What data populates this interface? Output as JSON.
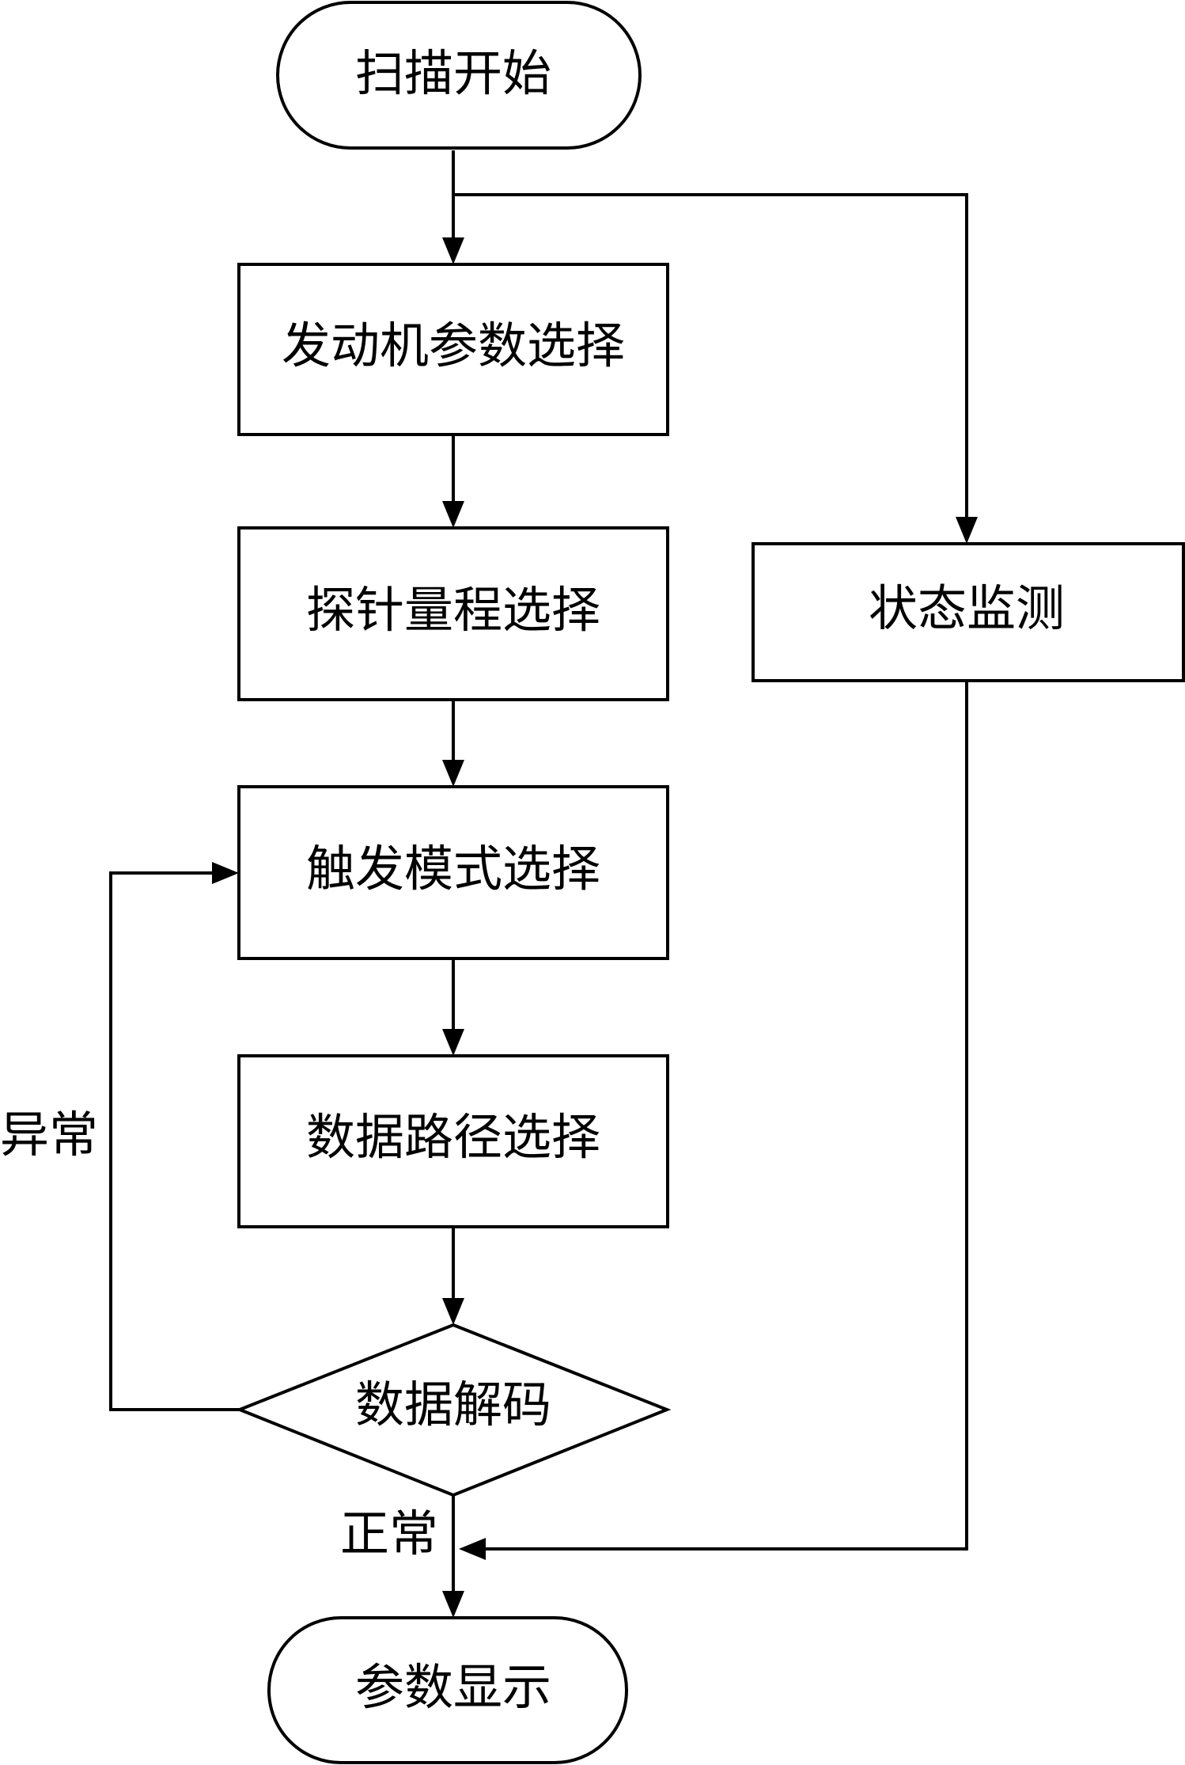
{
  "diagram": {
    "nodes": {
      "scan_start": "扫描开始",
      "engine_param_select": "发动机参数选择",
      "probe_range_select": "探针量程选择",
      "trigger_mode_select": "触发模式选择",
      "data_path_select": "数据路径选择",
      "data_decode": "数据解码",
      "status_monitor": "状态监测",
      "param_display": "参数显示"
    },
    "edge_labels": {
      "abnormal": "异常",
      "normal": "正常"
    }
  }
}
